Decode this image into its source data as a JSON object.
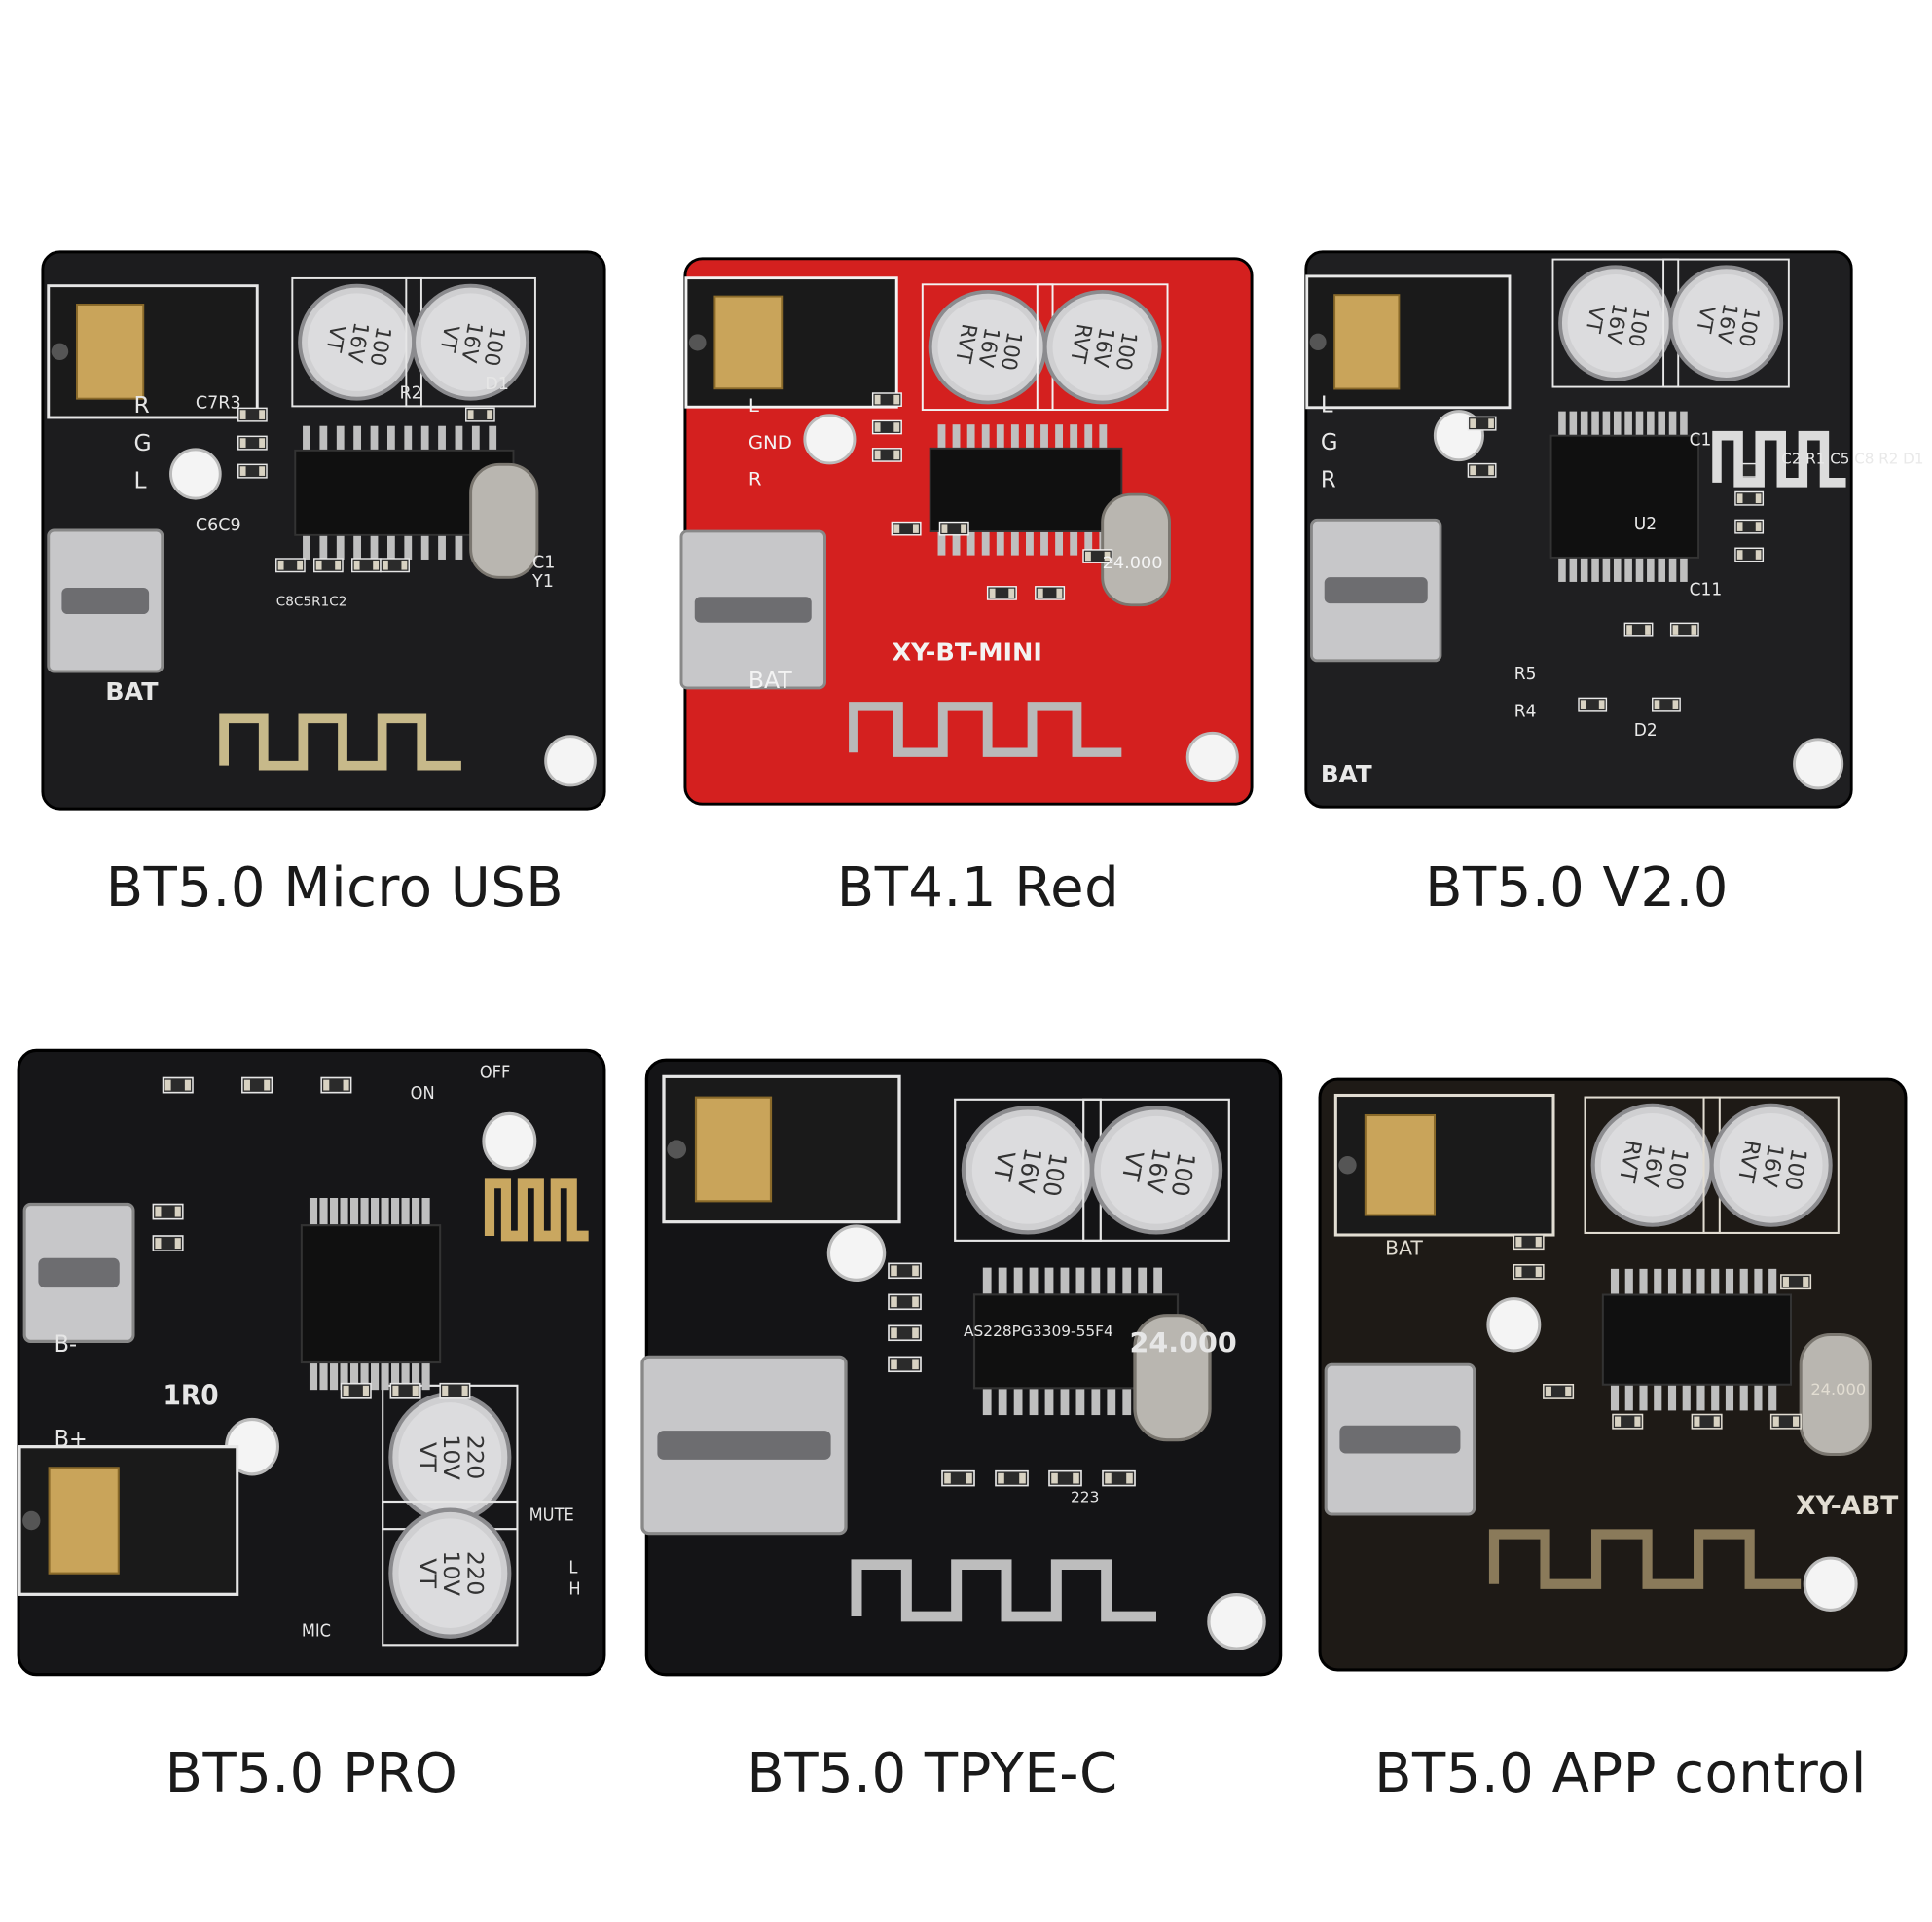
{
  "products": [
    {
      "caption": "BT5.0 Micro USB",
      "pcb_color": "#1c1c1e",
      "ink": "#e6e6e6",
      "cap_labels": [
        "100",
        "16V",
        "VT"
      ],
      "board_text": "BAT",
      "silk_labels": [
        "R",
        "G",
        "L",
        "C7R3",
        "C6C9",
        "R2",
        "D1",
        "C1",
        "Y1",
        "C8C5R1C2"
      ]
    },
    {
      "caption": "BT4.1 Red",
      "pcb_color": "#d4201f",
      "ink": "#f3f3f3",
      "cap_labels": [
        "100",
        "16V",
        "RVT"
      ],
      "board_text": "XY-BT-MINI",
      "silk_labels": [
        "GND",
        "R",
        "L",
        "BAT",
        "24.000"
      ]
    },
    {
      "caption": "BT5.0 V2.0",
      "pcb_color": "#1f1f21",
      "ink": "#e9e9e9",
      "cap_labels": [
        "100",
        "16V",
        "VT"
      ],
      "board_text": "BAT",
      "silk_labels": [
        "L",
        "G",
        "R",
        "C1",
        "C2 R1 C5 C8 R2 D1",
        "C11",
        "U2",
        "R5",
        "R4",
        "D2"
      ]
    },
    {
      "caption": "BT5.0 PRO",
      "pcb_color": "#161618",
      "ink": "#e6e6e6",
      "cap_labels": [
        "220",
        "10V",
        "VT"
      ],
      "board_text": "1R0",
      "silk_labels": [
        "ON",
        "OFF",
        "B-",
        "B+",
        "MUTE",
        "MIC",
        "H",
        "L"
      ]
    },
    {
      "caption": "BT5.0 TPYE-C",
      "pcb_color": "#141416",
      "ink": "#e6e6e6",
      "cap_labels": [
        "100",
        "16V",
        "VT"
      ],
      "board_text": "24.000",
      "silk_labels": [
        "AS228PG3309-55F4",
        "223"
      ]
    },
    {
      "caption": "BT5.0 APP control",
      "pcb_color": "#1e1a16",
      "ink": "#e2ddd2",
      "cap_labels": [
        "100",
        "16V",
        "RVT"
      ],
      "board_text": "XY-ABT",
      "silk_labels": [
        "BAT",
        "24.000"
      ]
    }
  ]
}
